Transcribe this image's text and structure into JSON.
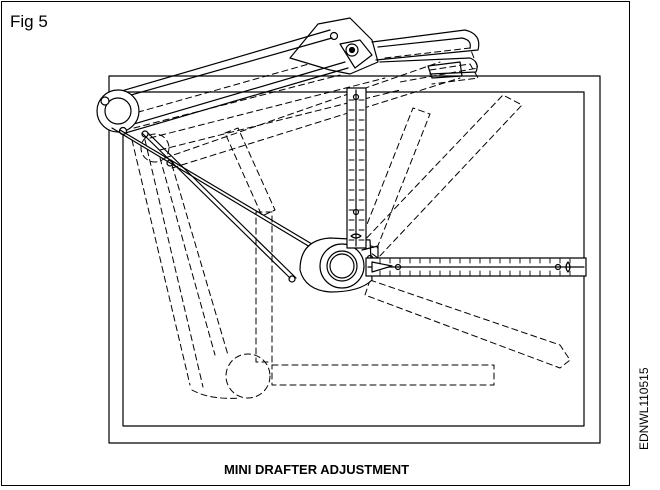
{
  "figure": {
    "label": "Fig 5",
    "caption": "MINI DRAFTER ADJUSTMENT",
    "code": "EDNWL110515"
  },
  "colors": {
    "line": "#000000",
    "background": "#ffffff"
  },
  "icons": [
    "drafting-board-icon",
    "mini-drafter-icon",
    "scale-icon",
    "protractor-head-icon"
  ]
}
